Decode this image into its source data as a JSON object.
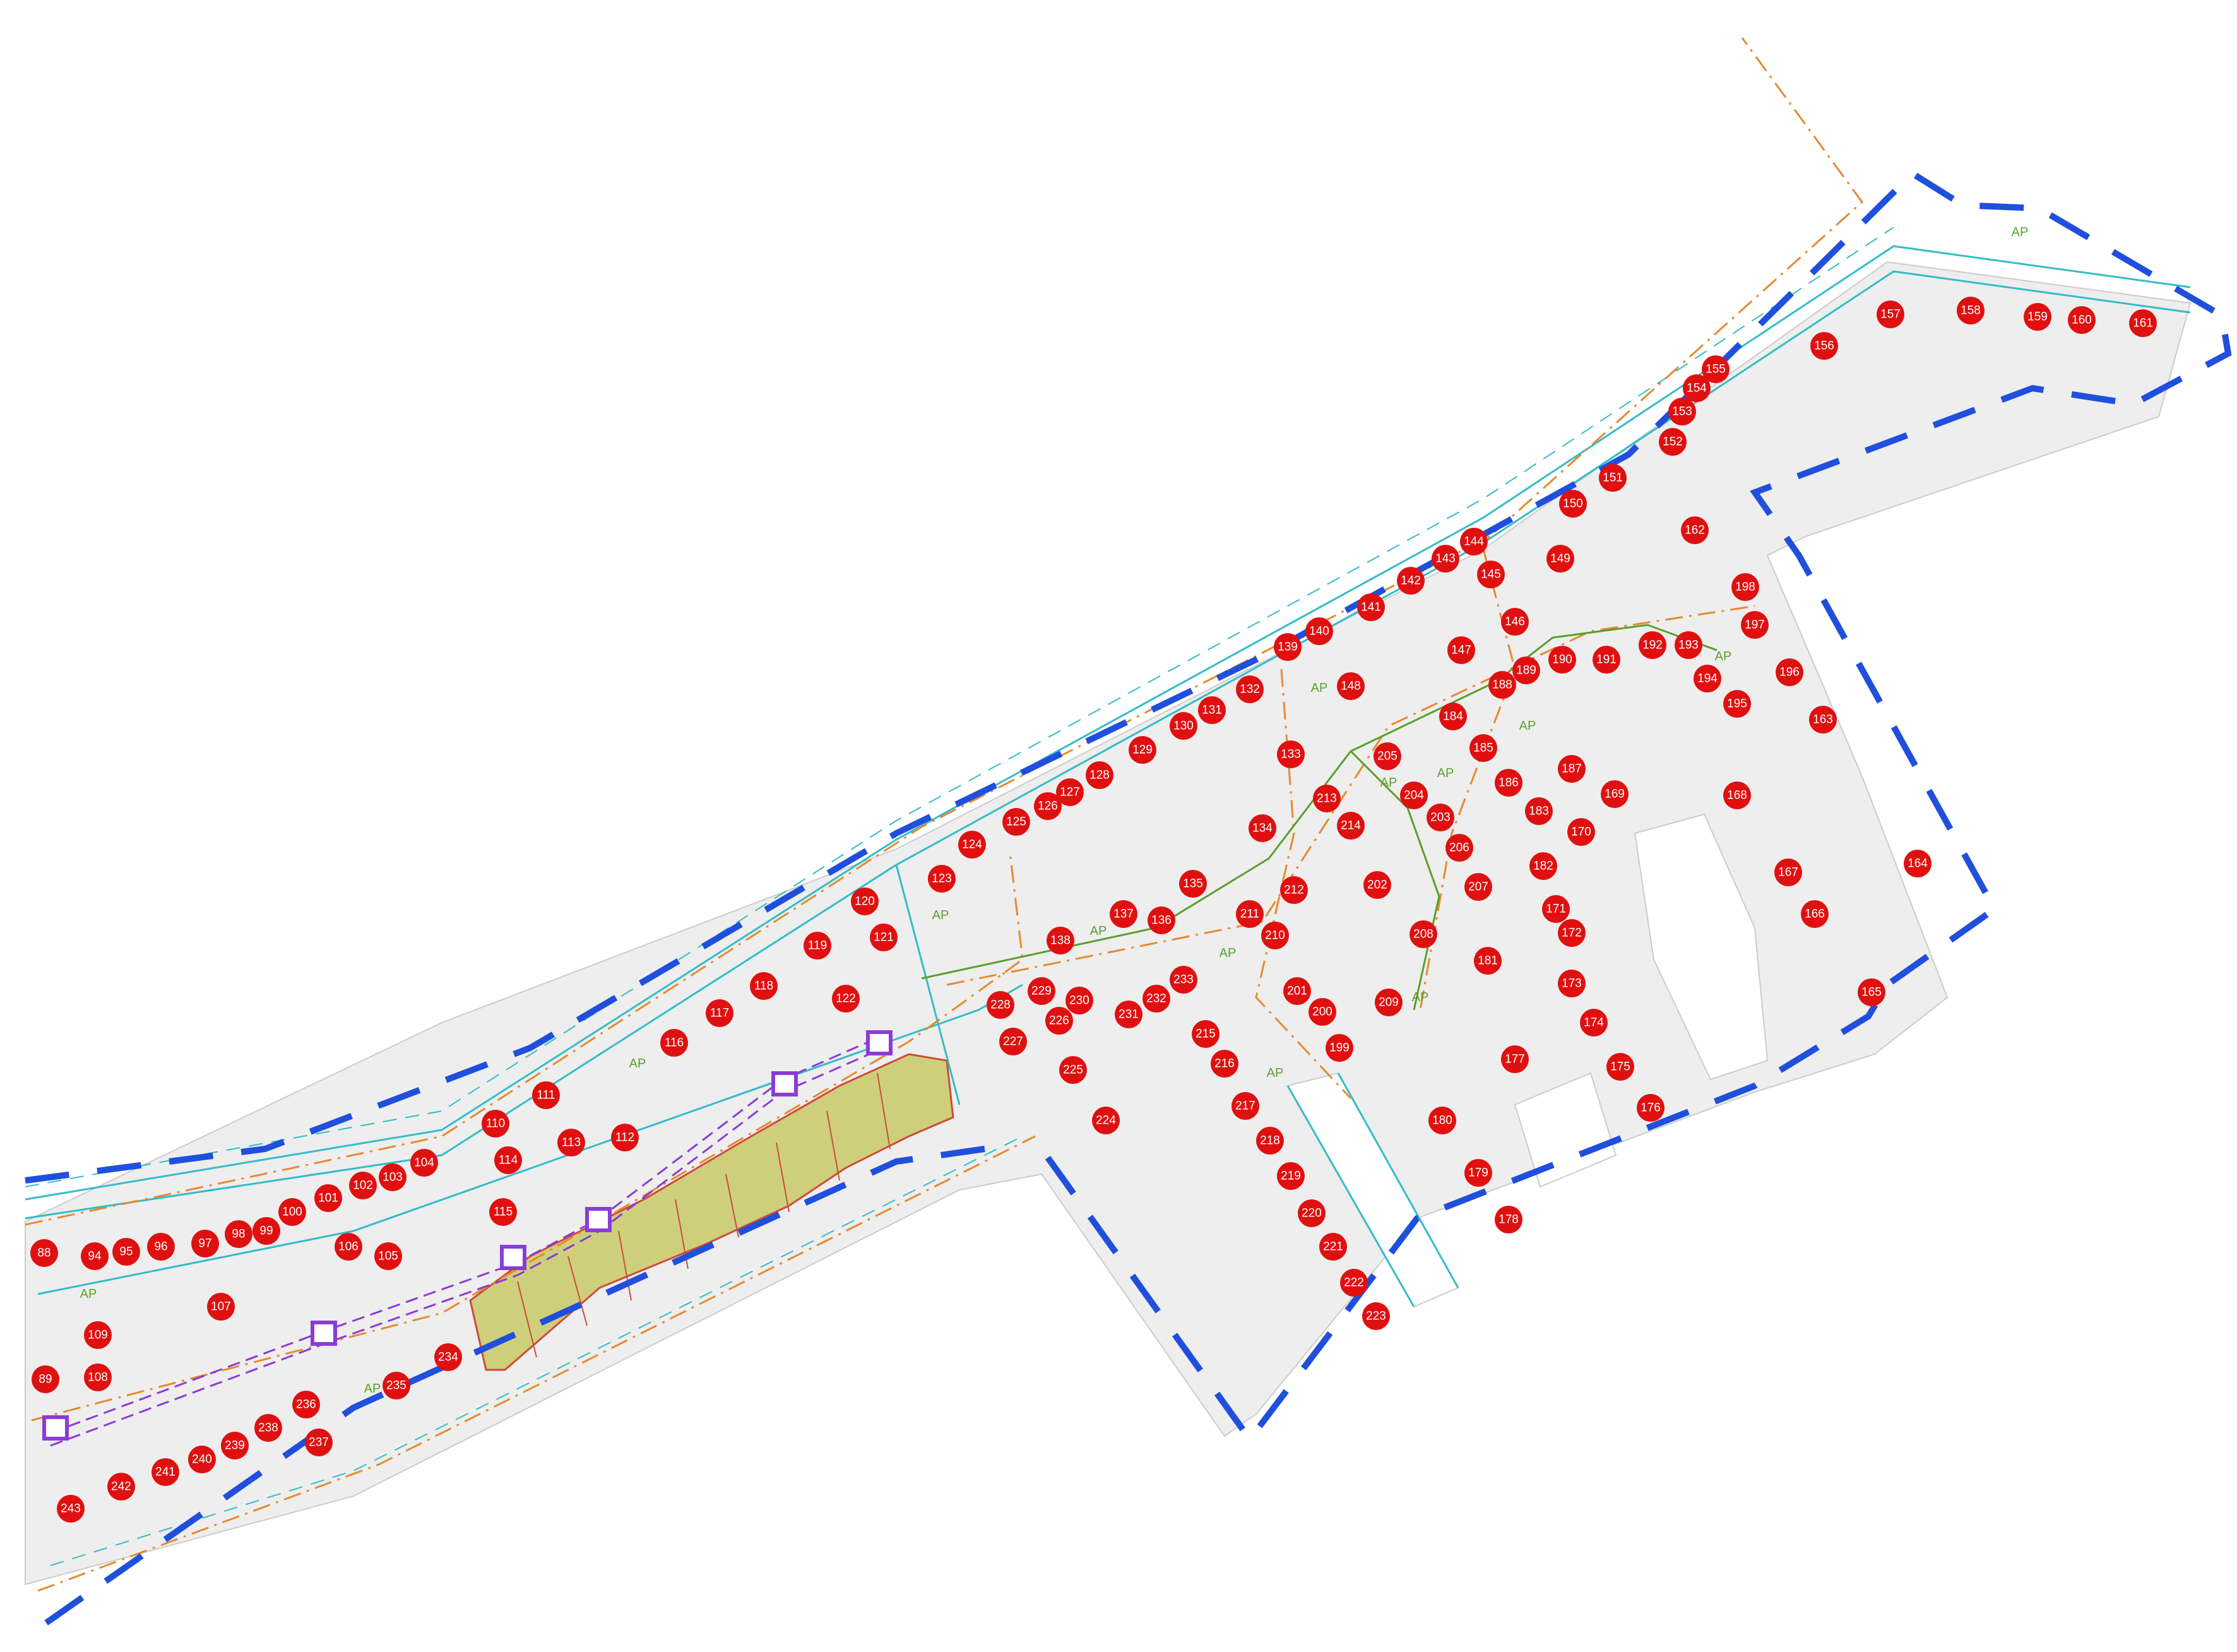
{
  "map": {
    "colors": {
      "background": "#ffffff",
      "parcel_fill": "#eeeeee",
      "parcel_line": "#cccccc",
      "boundary": "#1f4fdc",
      "curb": "#33bcc9",
      "gas": "#e68a2e",
      "water": "#5aa02c",
      "sewer": "#8a3cd6",
      "green_area": "#cdcf7a",
      "green_area_line": "#d04a3a",
      "marker": "#e01010",
      "marker_text": "#ffffff"
    },
    "ap_label": "AP",
    "lots": [
      "88",
      "89",
      "94",
      "95",
      "96",
      "97",
      "98",
      "99",
      "100",
      "101",
      "102",
      "103",
      "104",
      "106",
      "105",
      "107",
      "108",
      "109",
      "110",
      "111",
      "112",
      "113",
      "114",
      "115",
      "116",
      "117",
      "118",
      "119",
      "120",
      "121",
      "122",
      "123",
      "124",
      "125",
      "126",
      "127",
      "128",
      "129",
      "130",
      "131",
      "132",
      "133",
      "134",
      "135",
      "136",
      "137",
      "138",
      "139",
      "140",
      "141",
      "142",
      "143",
      "144",
      "145",
      "146",
      "147",
      "148",
      "149",
      "150",
      "151",
      "152",
      "153",
      "154",
      "155",
      "156",
      "157",
      "158",
      "159",
      "160",
      "161",
      "162",
      "163",
      "164",
      "165",
      "166",
      "167",
      "168",
      "169",
      "170",
      "171",
      "172",
      "173",
      "174",
      "175",
      "176",
      "177",
      "178",
      "179",
      "180",
      "181",
      "182",
      "183",
      "184",
      "185",
      "186",
      "187",
      "188",
      "189",
      "190",
      "191",
      "192",
      "193",
      "194",
      "195",
      "196",
      "197",
      "198",
      "199",
      "200",
      "201",
      "202",
      "203",
      "204",
      "205",
      "206",
      "207",
      "208",
      "209",
      "210",
      "211",
      "212",
      "213",
      "214",
      "215",
      "216",
      "217",
      "218",
      "219",
      "220",
      "221",
      "222",
      "223",
      "224",
      "225",
      "226",
      "227",
      "228",
      "229",
      "230",
      "231",
      "232",
      "233",
      "234",
      "235",
      "236",
      "237",
      "238",
      "239",
      "240",
      "241",
      "242",
      "243"
    ]
  }
}
